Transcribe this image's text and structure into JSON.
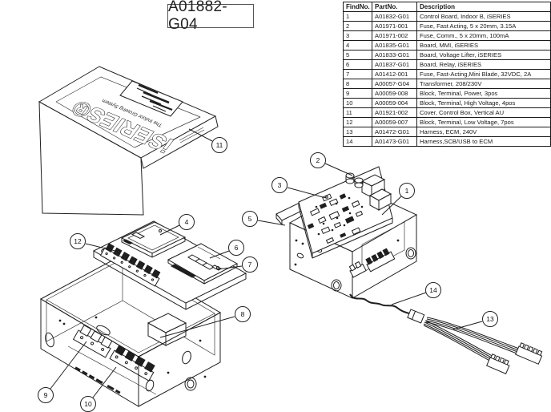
{
  "page": {
    "drawing_number": "A01882-G04"
  },
  "colors": {
    "line": "#1f1f1f",
    "background": "#ffffff"
  },
  "cover": {
    "logo": "iSERIES®",
    "tagline": "The Indoor Growing System"
  },
  "table": {
    "headers": [
      "FindNo.",
      "PartNo.",
      "Description"
    ],
    "rows": [
      {
        "find": "1",
        "part": "A01832-G01",
        "desc": "Control Board, Indoor B, iSERIES"
      },
      {
        "find": "2",
        "part": "A01971-001",
        "desc": "Fuse, Fast Acting, 5 x 20mm, 3.15A"
      },
      {
        "find": "3",
        "part": "A01971-002",
        "desc": "Fuse, Comm., 5 x 20mm, 100mA"
      },
      {
        "find": "4",
        "part": "A01835-G01",
        "desc": "Board, MMI, iSERIES"
      },
      {
        "find": "5",
        "part": "A01833-G01",
        "desc": "Board, Voltage Lifter, iSERIES"
      },
      {
        "find": "6",
        "part": "A01837-G01",
        "desc": "Board, Relay, iSERIES"
      },
      {
        "find": "7",
        "part": "A01412-001",
        "desc": "Fuse, Fast-Acting,Mini Blade, 32VDC, 2A"
      },
      {
        "find": "8",
        "part": "A00057-G04",
        "desc": "Transformer, 208/230V"
      },
      {
        "find": "9",
        "part": "A00059-008",
        "desc": "Block, Terminal, Power, 3pos"
      },
      {
        "find": "10",
        "part": "A00059-004",
        "desc": "Block, Terminal, High Voltage, 4pos"
      },
      {
        "find": "11",
        "part": "A01921-002",
        "desc": "Cover, Control Box, Vertical AU"
      },
      {
        "find": "12",
        "part": "A00059-007",
        "desc": "Block, Terminal, Low Voltage, 7pos"
      },
      {
        "find": "13",
        "part": "A01472-G01",
        "desc": "Harness, ECM, 240V"
      },
      {
        "find": "14",
        "part": "A01473-G01",
        "desc": "Harness,SCB/USB to ECM"
      }
    ]
  },
  "callouts": [
    {
      "label": "1"
    },
    {
      "label": "2"
    },
    {
      "label": "3"
    },
    {
      "label": "4"
    },
    {
      "label": "5"
    },
    {
      "label": "6"
    },
    {
      "label": "7"
    },
    {
      "label": "8"
    },
    {
      "label": "9"
    },
    {
      "label": "10"
    },
    {
      "label": "11"
    },
    {
      "label": "12"
    },
    {
      "label": "13"
    },
    {
      "label": "14"
    }
  ]
}
